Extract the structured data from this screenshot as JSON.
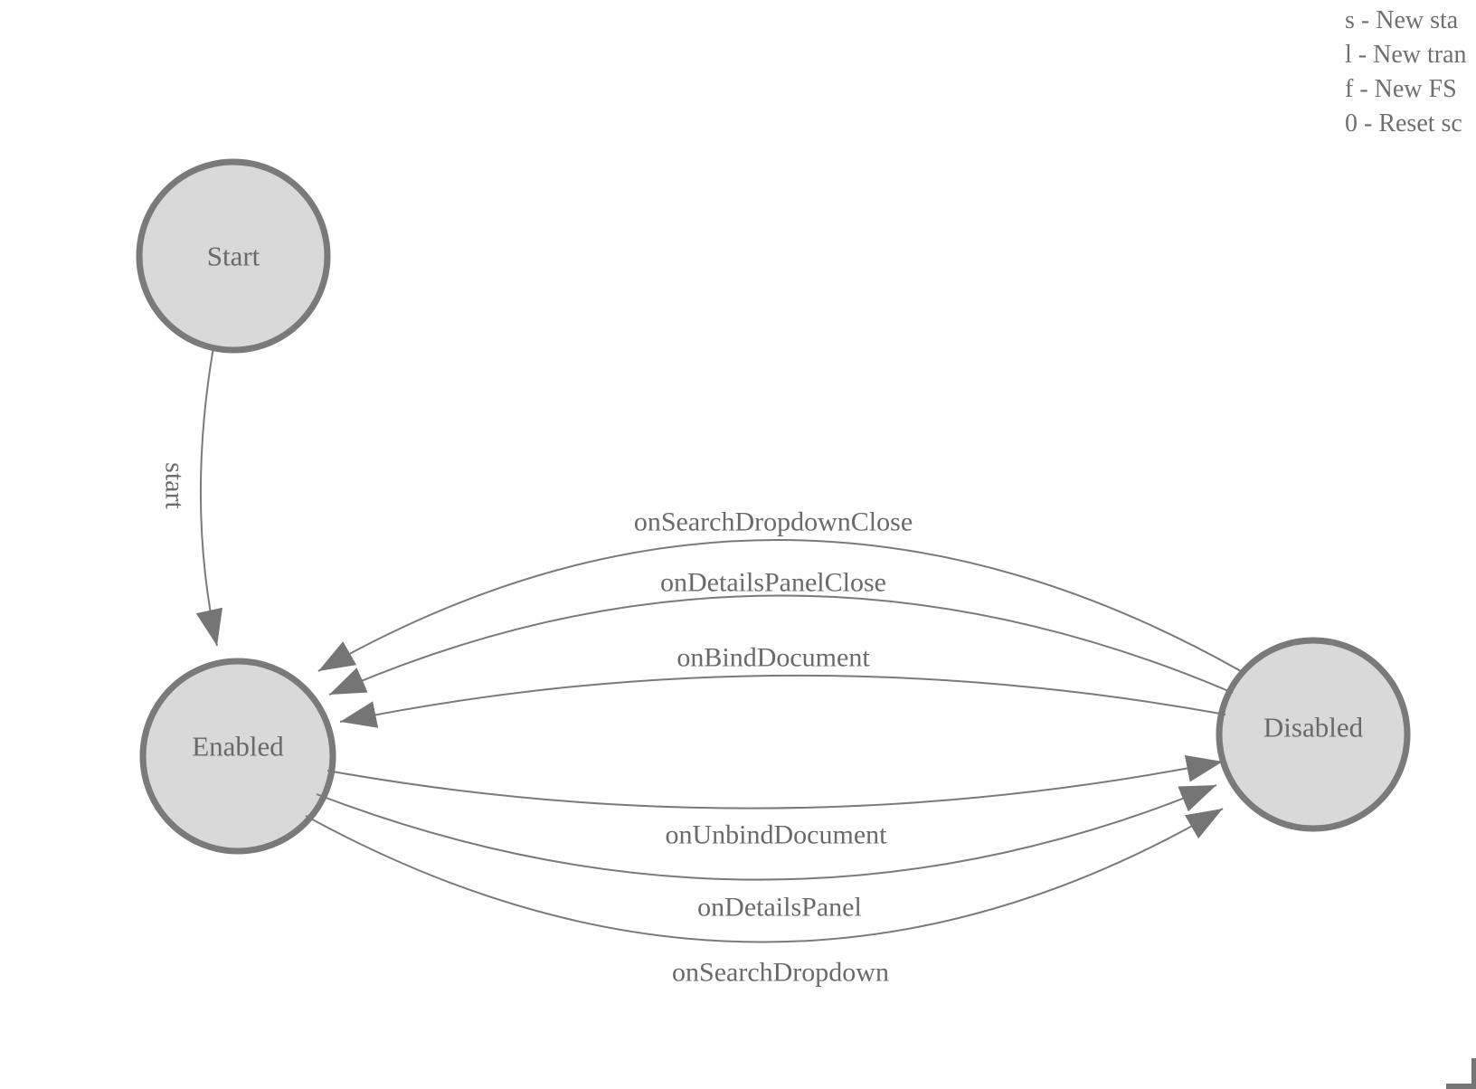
{
  "diagram": {
    "nodes": [
      {
        "id": "start",
        "label": "Start"
      },
      {
        "id": "enabled",
        "label": "Enabled"
      },
      {
        "id": "disabled",
        "label": "Disabled"
      }
    ],
    "edges": [
      {
        "id": "start-to-enabled",
        "label": "start",
        "from": "Start",
        "to": "Enabled"
      },
      {
        "id": "disabled-to-enabled-1",
        "label": "onSearchDropdownClose",
        "from": "Disabled",
        "to": "Enabled"
      },
      {
        "id": "disabled-to-enabled-2",
        "label": "onDetailsPanelClose",
        "from": "Disabled",
        "to": "Enabled"
      },
      {
        "id": "disabled-to-enabled-3",
        "label": "onBindDocument",
        "from": "Disabled",
        "to": "Enabled"
      },
      {
        "id": "enabled-to-disabled-1",
        "label": "onUnbindDocument",
        "from": "Enabled",
        "to": "Disabled"
      },
      {
        "id": "enabled-to-disabled-2",
        "label": "onDetailsPanel",
        "from": "Enabled",
        "to": "Disabled"
      },
      {
        "id": "enabled-to-disabled-3",
        "label": "onSearchDropdown",
        "from": "Enabled",
        "to": "Disabled"
      }
    ],
    "colors": {
      "node_fill": "#d9d9d9",
      "node_stroke": "#7a7a7a",
      "edge_stroke": "#7a7a7a",
      "arrow_fill": "#757575",
      "node_label": "#696969",
      "edge_label": "#6a6a6a",
      "legend_text": "#6f6f6f",
      "background": "#ffffff"
    }
  },
  "legend": {
    "lines": [
      "s - New sta",
      "l - New tran",
      "f - New FS",
      "0 - Reset sc"
    ]
  }
}
